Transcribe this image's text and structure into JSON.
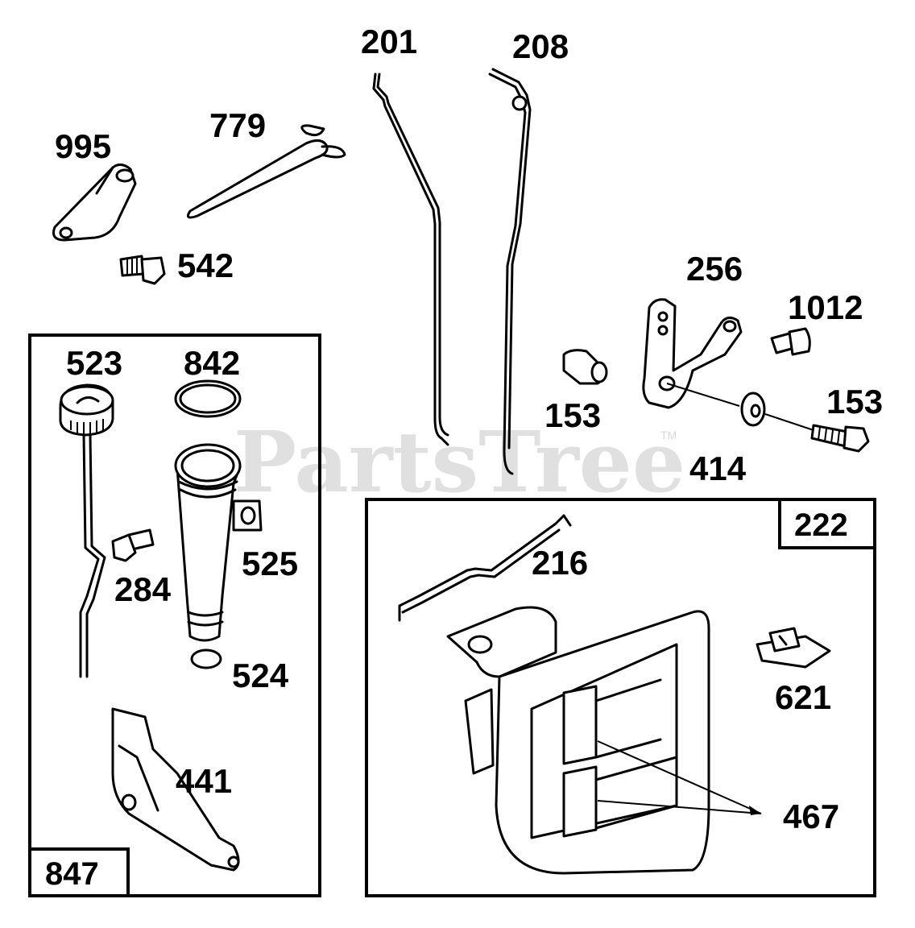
{
  "watermark": {
    "text": "PartsTree",
    "tm": "TM"
  },
  "labels": {
    "p201": "201",
    "p208": "208",
    "p779": "779",
    "p995": "995",
    "p542": "542",
    "p256": "256",
    "p1012": "1012",
    "p153a": "153",
    "p153b": "153",
    "p414": "414",
    "p523": "523",
    "p842": "842",
    "p525": "525",
    "p284": "284",
    "p524": "524",
    "p441": "441",
    "p216": "216",
    "p621": "621",
    "p467": "467"
  },
  "kits": {
    "left": "847",
    "right": "222"
  }
}
